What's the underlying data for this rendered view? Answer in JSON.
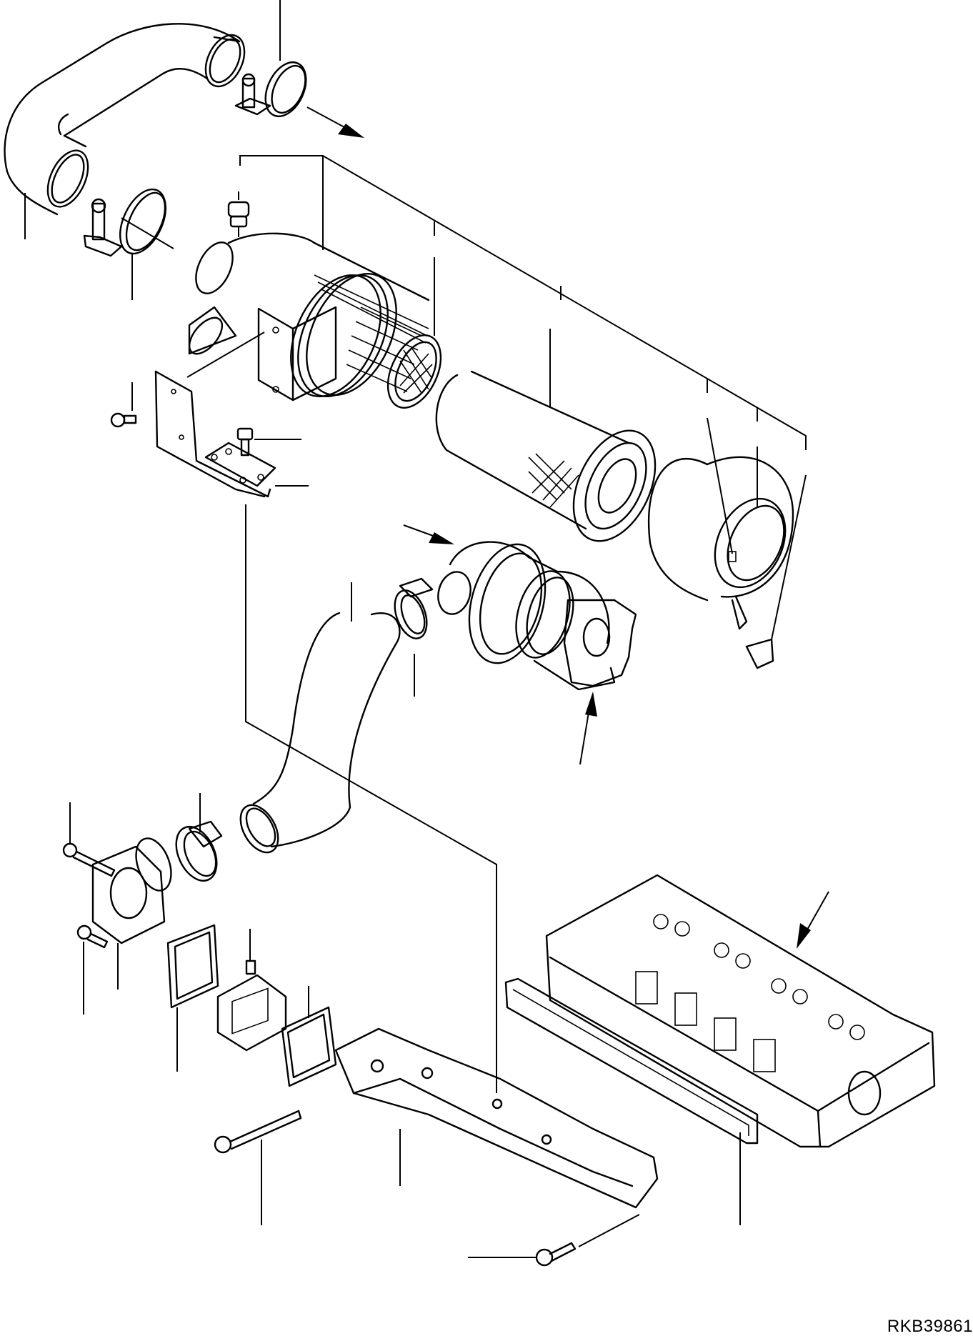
{
  "figure": {
    "id_label": "RKB39861",
    "type": "exploded parts diagram",
    "line_color": "#000000",
    "background": "#ffffff"
  },
  "parts": [
    {
      "name": "upper-air-hose"
    },
    {
      "name": "hose-clamp-upper-right"
    },
    {
      "name": "hose-clamp-upper-left"
    },
    {
      "name": "dust-indicator"
    },
    {
      "name": "air-cleaner-body"
    },
    {
      "name": "safety-element"
    },
    {
      "name": "primary-element"
    },
    {
      "name": "air-cleaner-cover"
    },
    {
      "name": "evacuator-valve"
    },
    {
      "name": "mounting-bracket"
    },
    {
      "name": "bracket-bolt-upper"
    },
    {
      "name": "bracket-bolt-lower"
    },
    {
      "name": "turbocharger"
    },
    {
      "name": "hose-clamp-middle"
    },
    {
      "name": "intake-hose-lower"
    },
    {
      "name": "hose-clamp-lower"
    },
    {
      "name": "intake-connector"
    },
    {
      "name": "connector-bolt-long"
    },
    {
      "name": "connector-bolt-short"
    },
    {
      "name": "gasket-connector"
    },
    {
      "name": "intake-heater"
    },
    {
      "name": "gasket-heater"
    },
    {
      "name": "intake-manifold"
    },
    {
      "name": "manifold-bolt-long"
    },
    {
      "name": "manifold-bolt-short"
    },
    {
      "name": "manifold-gasket"
    },
    {
      "name": "cylinder-head"
    }
  ]
}
